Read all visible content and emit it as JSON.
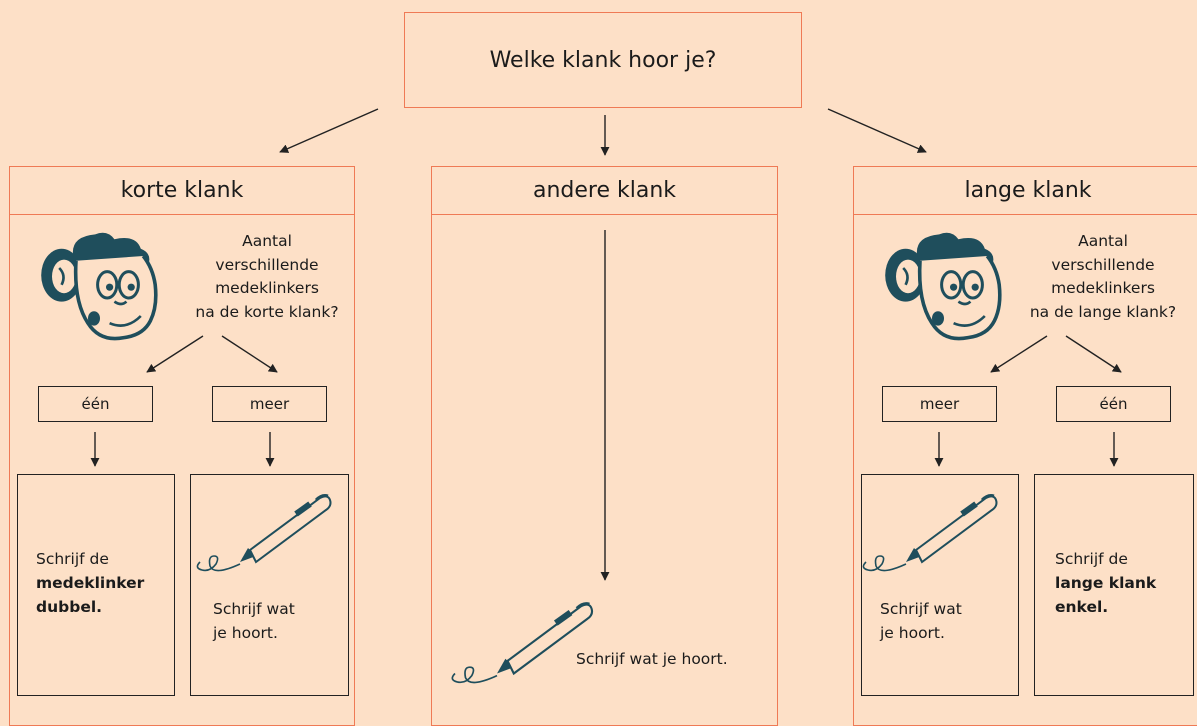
{
  "top": {
    "question": "Welke klank hoor je?"
  },
  "columns": {
    "left": {
      "title": "korte klank",
      "question": [
        "Aantal",
        "verschillende",
        "medeklinkers",
        "na de korte klank?"
      ],
      "options": [
        "één",
        "meer"
      ],
      "box_one": {
        "line1": "Schrijf de",
        "bold1": "medeklinker",
        "bold2": "dubbel."
      },
      "box_more": {
        "line1": "Schrijf wat",
        "line2": "je hoort."
      }
    },
    "middle": {
      "title": "andere klank",
      "result": "Schrijf wat je hoort."
    },
    "right": {
      "title": "lange klank",
      "question": [
        "Aantal",
        "verschillende",
        "medeklinkers",
        "na de lange klank?"
      ],
      "options": [
        "meer",
        "één"
      ],
      "box_more": {
        "line1": "Schrijf wat",
        "line2": "je hoort."
      },
      "box_one": {
        "line1": "Schrijf de",
        "bold1": "lange klank",
        "bold2": "enkel."
      }
    }
  },
  "icons": [
    "monkey-head-icon",
    "fountain-pen-icon"
  ],
  "colors": {
    "background": "#fde0c7",
    "border": "#ef7a55",
    "ink": "#1b1b1b",
    "mascot": "#1f4e5c"
  }
}
